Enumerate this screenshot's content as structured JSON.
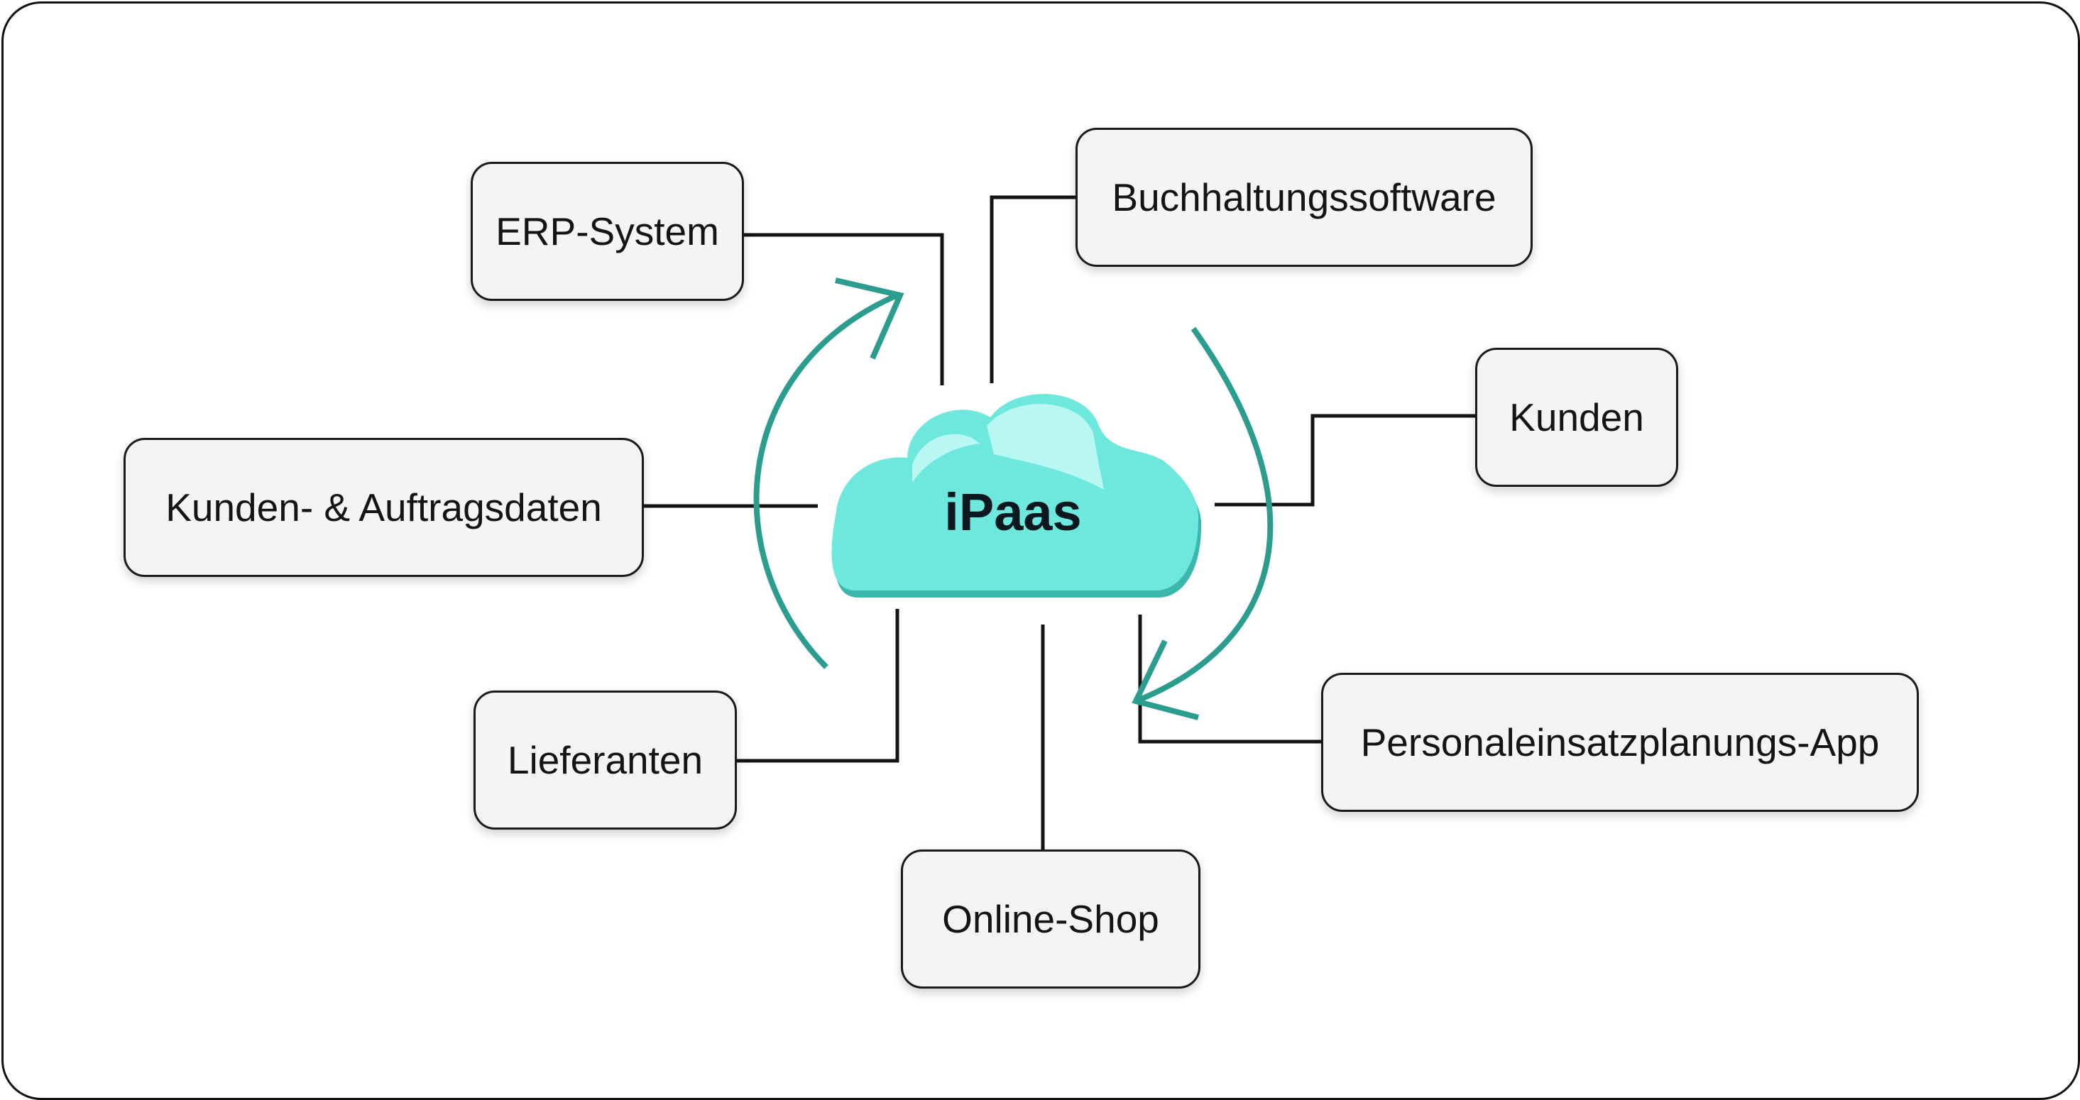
{
  "hub": {
    "label": "iPaas",
    "fill": "#6ee8dc",
    "shade": "#3ab7ad",
    "highlight": "#b8f7f2"
  },
  "accent": "#2a9d8f",
  "nodes": {
    "erp": "ERP-System",
    "buchhaltung": "Buchhaltungssoftware",
    "kunden": "Kunden",
    "kunden_auftragsdaten": "Kunden- & Auftragsdaten",
    "lieferanten": "Lieferanten",
    "online_shop": "Online-Shop",
    "personaleinsatz": "Personaleinsatzplanungs-App"
  }
}
